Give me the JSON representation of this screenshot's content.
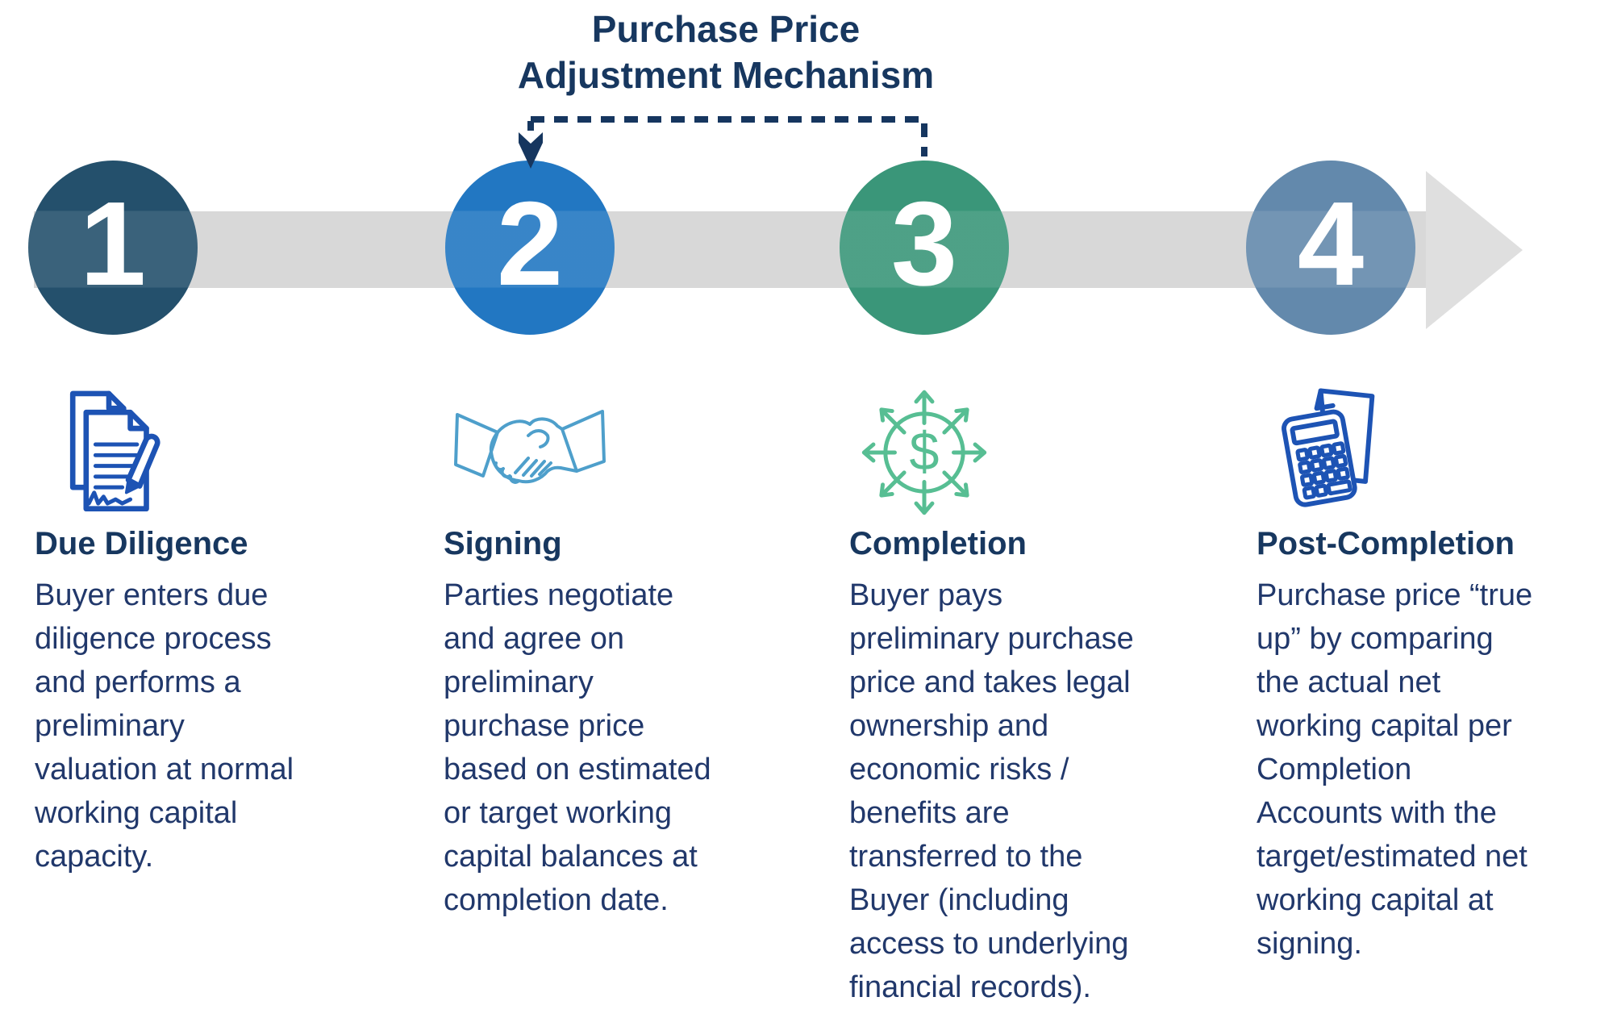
{
  "title": {
    "line1": "Purchase Price",
    "line2": "Adjustment Mechanism"
  },
  "colors": {
    "title_text": "#17375F",
    "body_text": "#21386B",
    "connector": "#16365F",
    "timeline_band": "#D8D8D8",
    "timeline_arrowhead": "#DFDFDF",
    "step1_circle": "#24506C",
    "step2_circle": "#2277C2",
    "step3_circle": "#3A9679",
    "step4_circle": "#6389AC",
    "documents_icon": "#1D53B4",
    "handshake_icon": "#4E9FCB",
    "dollar_icon": "#57BE93",
    "calculator_icon": "#1D53B4",
    "number_text": "#FFFFFF"
  },
  "icons": {
    "dollar_symbol": "$"
  },
  "timeline": {
    "steps": [
      {
        "number": "1",
        "circle_color": "#24506C",
        "icon": "signed-documents-icon",
        "heading": "Due Diligence",
        "body": "Buyer enters due\ndiligence process\nand performs a\npreliminary\nvaluation at normal\nworking capital\ncapacity."
      },
      {
        "number": "2",
        "circle_color": "#2277C2",
        "icon": "handshake-icon",
        "heading": "Signing",
        "body": "Parties negotiate\nand agree on\npreliminary\npurchase price\nbased on estimated\nor target working\ncapital balances at\ncompletion date."
      },
      {
        "number": "3",
        "circle_color": "#3A9679",
        "icon": "dollar-distribution-icon",
        "heading": "Completion",
        "body": "Buyer pays\npreliminary purchase\nprice and takes legal\nownership and\neconomic risks /\nbenefits are\ntransferred to the\nBuyer (including\naccess to underlying\nfinancial records)."
      },
      {
        "number": "4",
        "circle_color": "#6389AC",
        "icon": "calculator-paper-icon",
        "heading": "Post-Completion",
        "body": "Purchase price “true\nup” by comparing\nthe actual net\nworking capital per\nCompletion\nAccounts with the\ntarget/estimated net\nworking capital at\nsigning."
      }
    ]
  }
}
